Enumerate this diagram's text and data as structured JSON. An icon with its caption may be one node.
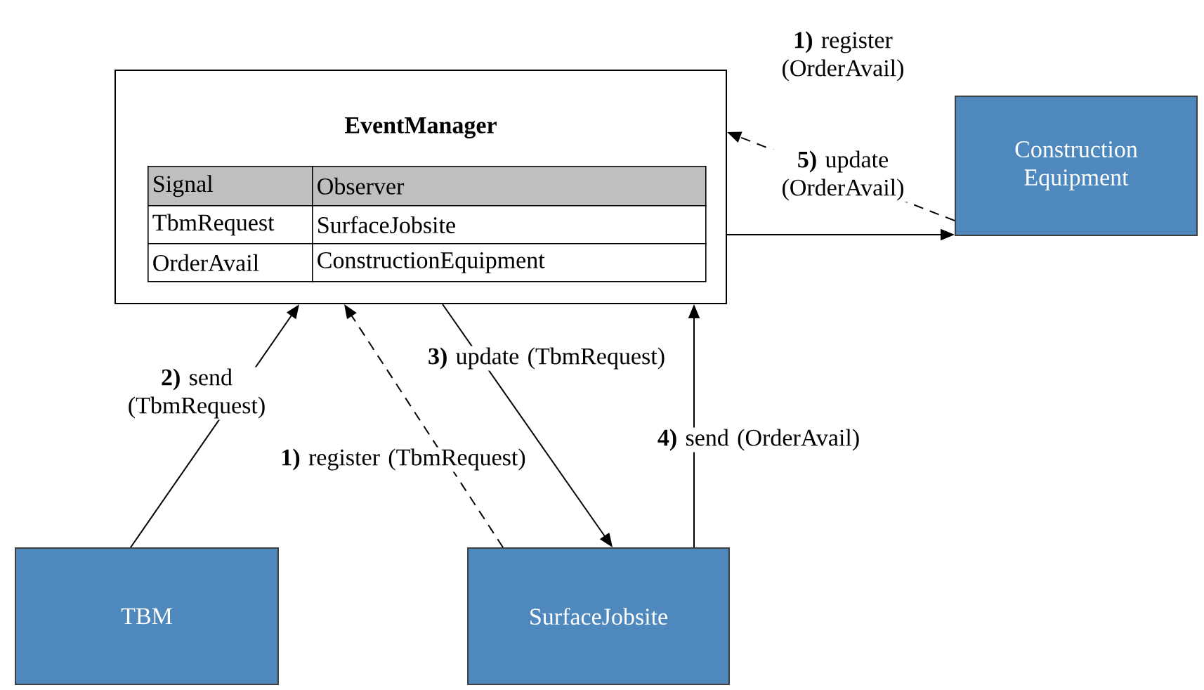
{
  "diagram": {
    "nodes": [
      {
        "text": [
          "EventManager"
        ]
      },
      {
        "text": [
          "Construction Equipment"
        ]
      },
      {
        "text": [
          "TBM"
        ]
      },
      {
        "text": [
          "SurfaceJobsite"
        ]
      }
    ],
    "edges": [
      {
        "from": 1,
        "to": 0,
        "arrow": "to",
        "style": "dashed",
        "label": "**1)** register (OrderAvail)"
      },
      {
        "from": 0,
        "to": 1,
        "arrow": "to",
        "label": "**5)** update (OrderAvail)"
      },
      {
        "from": 2,
        "to": 0,
        "arrow": "to",
        "label": "**2)** send (TbmRequest)"
      },
      {
        "from": 3,
        "to": 0,
        "arrow": "to",
        "style": "dashed",
        "label": "**1)** register (TbmRequest)"
      },
      {
        "from": 0,
        "to": 3,
        "arrow": "to",
        "label": "**3)** update (TbmRequest)"
      },
      {
        "from": 3,
        "to": 0,
        "arrow": "to",
        "label": "**4)** send (OrderAvail)"
      }
    ],
    "labels": [
      "Signal",
      "Observer",
      "TbmRequest",
      "SurfaceJobsite",
      "OrderAvail",
      "ConstructionEquipment"
    ]
  }
}
